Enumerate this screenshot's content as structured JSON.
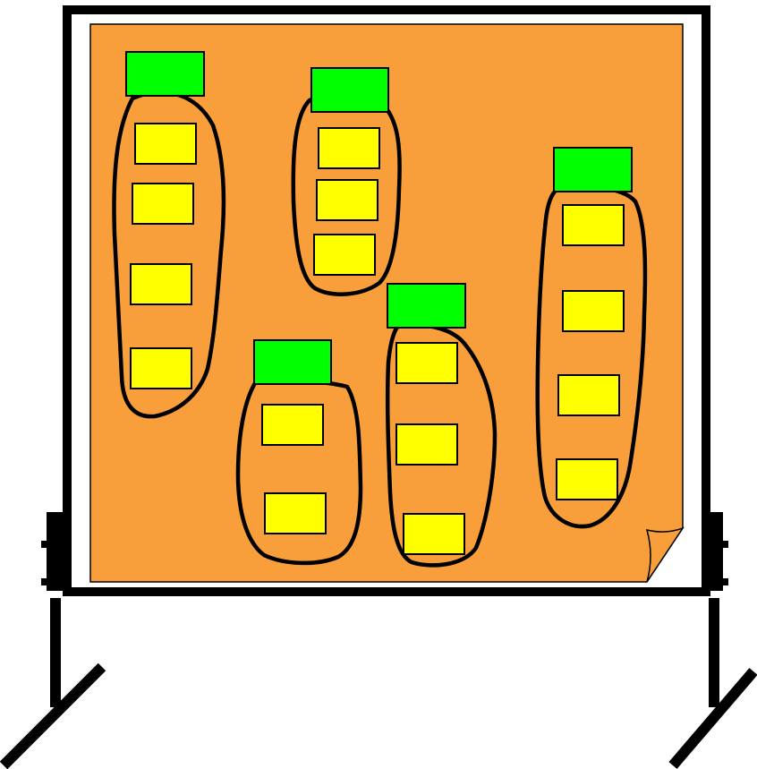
{
  "colors": {
    "background": "#ffffff",
    "frame": "#000000",
    "board_sheet": "#f89e3a",
    "header_card": "#00ff00",
    "item_card": "#ffff00",
    "outline": "#000000"
  },
  "board": {
    "clusters": [
      {
        "id": "cluster-1",
        "header_icon": "green-header-card",
        "item_count": 4
      },
      {
        "id": "cluster-2",
        "header_icon": "green-header-card",
        "item_count": 3
      },
      {
        "id": "cluster-3",
        "header_icon": "green-header-card",
        "item_count": 2
      },
      {
        "id": "cluster-4",
        "header_icon": "green-header-card",
        "item_count": 3
      },
      {
        "id": "cluster-5",
        "header_icon": "green-header-card",
        "item_count": 4
      }
    ],
    "page_curl_icon": "page-curl-icon"
  }
}
